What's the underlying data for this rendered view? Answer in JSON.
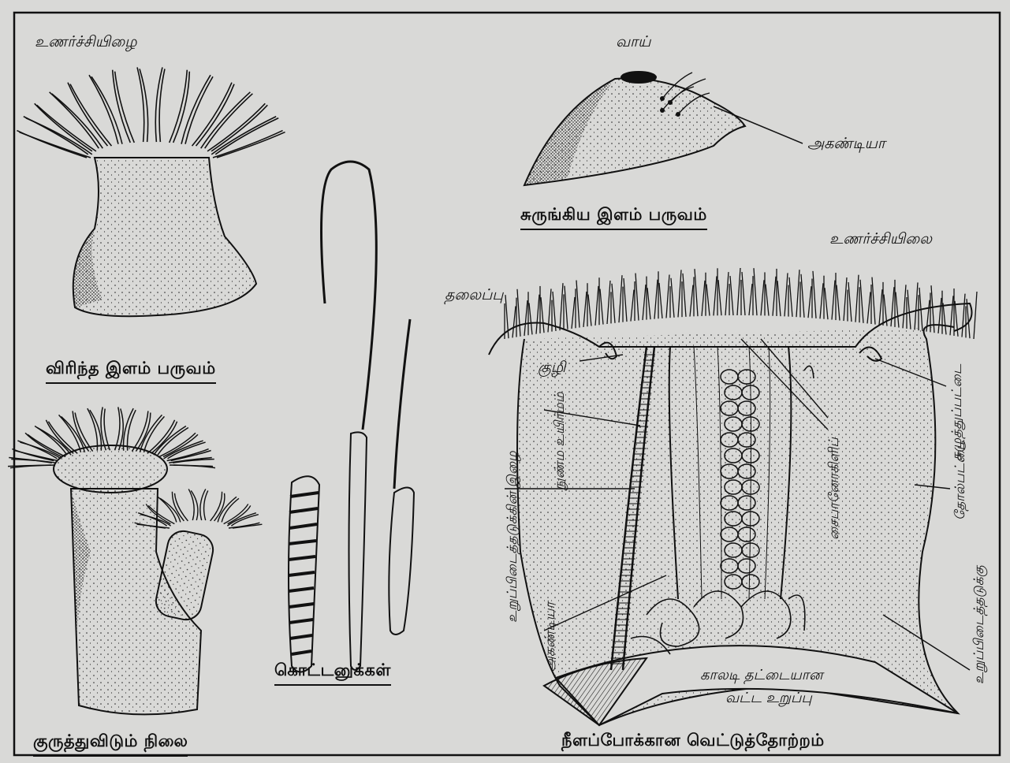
{
  "labels": {
    "tentacles_open": "உணர்ச்சியிழை",
    "mouth": "வாய்",
    "acontia_top": "அகண்டியா",
    "tentacles_section": "உணர்ச்சியிலை",
    "capitulum": "தலைப்பு",
    "pit": "குழி",
    "fine_muscle": "நுண்ம உயிர்மம்",
    "mesentery_fibre": "உறுப்பிடைத்தடுக்கின் இழை",
    "acontia_bottom": "அகண்டியா",
    "pharynx_grooves": "சைபானோகிளிப்",
    "collar": "கழுத்துப்பட்டை",
    "skin": "தோல்பட்டை",
    "mesentery": "உறுப்பிடைத்தடுக்கு",
    "pedal_disc_line1": "காலடி தட்டையான",
    "pedal_disc_line2": "வட்ட உறுப்பு"
  },
  "captions": {
    "contracted": "சுருங்கிய இளம் பருவம்",
    "expanded": "விரிந்த இளம் பருவம்",
    "budding": "குருத்துவிடும் நிலை",
    "nematocysts": "கொட்டனுக்கள்",
    "section": "நீளப்போக்கான வெட்டுத்தோற்றம்"
  },
  "colors": {
    "background": "#d9d9d7",
    "ink": "#111111"
  }
}
